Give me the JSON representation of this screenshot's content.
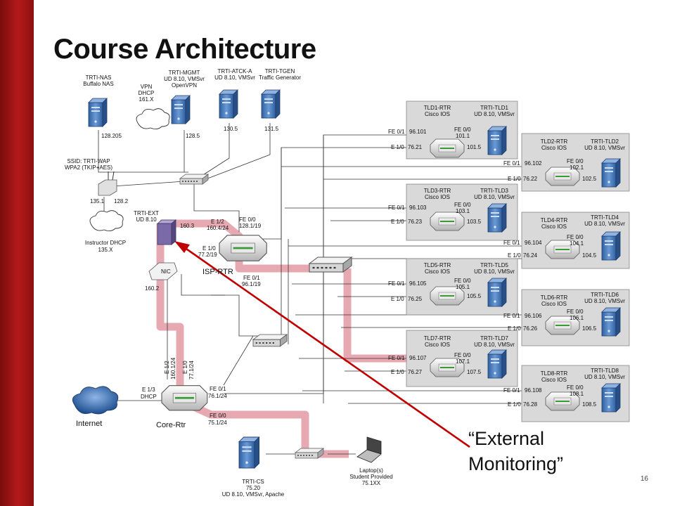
{
  "slide": {
    "title": "Course Architecture",
    "page_number": "16",
    "callout_line1": "“External",
    "callout_line2": "Monitoring”"
  },
  "servers_top": {
    "nas_name": "TRTI-NAS",
    "nas_sub": "Buffalo NAS",
    "nas_ip": "128.205",
    "vpn_l1": "VPN",
    "vpn_l2": "DHCP",
    "vpn_l3": "161.X",
    "mgmt_name": "TRTI-MGMT",
    "mgmt_sub1": "UD 8.10, VMSvr",
    "mgmt_sub2": "OpenVPN",
    "mgmt_ip": "128.5",
    "atck_name": "TRTI-ATCK-A",
    "atck_sub": "UD 8.10, VMSvr",
    "atck_ip": "130.5",
    "tgen_name": "TRTI-TGEN",
    "tgen_sub": "Traffic Generator",
    "tgen_ip": "131.5"
  },
  "left_side": {
    "ssid1": "SSID: TRTI-WAP",
    "ssid2": "WPA2 (TKIP+AES)",
    "wap_ip1": "135.1",
    "wap_ip2": "128.2",
    "idhcp1": "Instructor DHCP",
    "idhcp2": "135.X",
    "ext_name": "TRTI-EXT",
    "ext_sub": "UD 8.10",
    "ext_ip": "160.3",
    "nic": "NIC",
    "nic_ip": "160.2",
    "isp_e12": "E 1/2",
    "isp_e12_ip": "160.4/24",
    "isp_fe00": "FE 0/0",
    "isp_fe00_ip": "128.1/19",
    "isp_e10": "E 1/0",
    "isp_e10_ip": "77.2/19",
    "isp_fe01": "FE 0/1",
    "isp_fe01_ip": "96.1/19",
    "isp_name": "ISP-RTR",
    "core_e12": "E 1/2",
    "core_e12_ip": "160.1/24",
    "core_e10": "E 1/0",
    "core_e10_ip": "77.1/24",
    "core_e13": "E 1/3",
    "core_dhcp": "DHCP",
    "core_fe01": "FE 0/1",
    "core_fe01_ip": "76.1/24",
    "core_fe00": "FE 0/0",
    "core_fe00_ip": "75.1/24",
    "core_name": "Core-Rtr",
    "internet": "Internet",
    "cs_name": "TRTI-CS",
    "cs_ip": "75.20",
    "cs_sub": "UD 8.10, VMSvr, Apache",
    "laptop1": "Laptop(s)",
    "laptop2": "Student Provided",
    "laptop3": "75.1XX"
  },
  "tlds": [
    {
      "rtr": "TLD1-RTR",
      "ios": "Cisco IOS",
      "srv": "TRTI-TLD1",
      "srv_sub": "UD 8.10, VMSvr",
      "fe01": "FE 0/1",
      "fe01_ip": "96.101",
      "e10": "E 1/0",
      "e10_ip": "76.21",
      "fe00": "FE 0/0",
      "fe00_ip": "101.1",
      "srv_ip": "101.5"
    },
    {
      "rtr": "TLD2-RTR",
      "ios": "Cisco IOS",
      "srv": "TRTI-TLD2",
      "srv_sub": "UD 8.10, VMSvr",
      "fe01": "FE 0/1",
      "fe01_ip": "96.102",
      "e10": "E 1/0",
      "e10_ip": "76.22",
      "fe00": "FE 0/0",
      "fe00_ip": "102.1",
      "srv_ip": "102.5"
    },
    {
      "rtr": "TLD3-RTR",
      "ios": "Cisco IOS",
      "srv": "TRTI-TLD3",
      "srv_sub": "UD 8.10, VMSvr",
      "fe01": "FE 0/1",
      "fe01_ip": "96.103",
      "e10": "E 1/0",
      "e10_ip": "76.23",
      "fe00": "FE 0/0",
      "fe00_ip": "103.1",
      "srv_ip": "103.5"
    },
    {
      "rtr": "TLD4-RTR",
      "ios": "Cisco IOS",
      "srv": "TRTI-TLD4",
      "srv_sub": "UD 8.10, VMSvr",
      "fe01": "FE 0/1",
      "fe01_ip": "96.104",
      "e10": "E 1/0",
      "e10_ip": "76.24",
      "fe00": "FE 0/0",
      "fe00_ip": "104.1",
      "srv_ip": "104.5"
    },
    {
      "rtr": "TLD5-RTR",
      "ios": "Cisco IOS",
      "srv": "TRTI-TLD5",
      "srv_sub": "UD 8.10, VMSvr",
      "fe01": "FE 0/1",
      "fe01_ip": "96.105",
      "e10": "E 1/0",
      "e10_ip": "76.25",
      "fe00": "FE 0/0",
      "fe00_ip": "105.1",
      "srv_ip": "105.5"
    },
    {
      "rtr": "TLD6-RTR",
      "ios": "Cisco IOS",
      "srv": "TRTI-TLD6",
      "srv_sub": "UD 8.10, VMSvr",
      "fe01": "FE 0/1",
      "fe01_ip": "96.106",
      "e10": "E 1/0",
      "e10_ip": "76.26",
      "fe00": "FE 0/0",
      "fe00_ip": "106.1",
      "srv_ip": "106.5"
    },
    {
      "rtr": "TLD7-RTR",
      "ios": "Cisco IOS",
      "srv": "TRTI-TLD7",
      "srv_sub": "UD 8.10, VMSvr",
      "fe01": "FE 0/1",
      "fe01_ip": "96.107",
      "e10": "E 1/0",
      "e10_ip": "76.27",
      "fe00": "FE 0/0",
      "fe00_ip": "107.1",
      "srv_ip": "107.5"
    },
    {
      "rtr": "TLD8-RTR",
      "ios": "Cisco IOS",
      "srv": "TRTI-TLD8",
      "srv_sub": "UD 8.10, VMSvr",
      "fe01": "FE 0/1",
      "fe01_ip": "96.108",
      "e10": "E 1/0",
      "e10_ip": "76.28",
      "fe00": "FE 0/0",
      "fe00_ip": "108.1",
      "srv_ip": "108.5"
    }
  ],
  "colors": {
    "accent_red": "#b31a1a",
    "highlight": "#e8a0a8",
    "arrow": "#c00000",
    "server_blue": "#4a7fc0",
    "box_gray": "#d9d9d9"
  }
}
